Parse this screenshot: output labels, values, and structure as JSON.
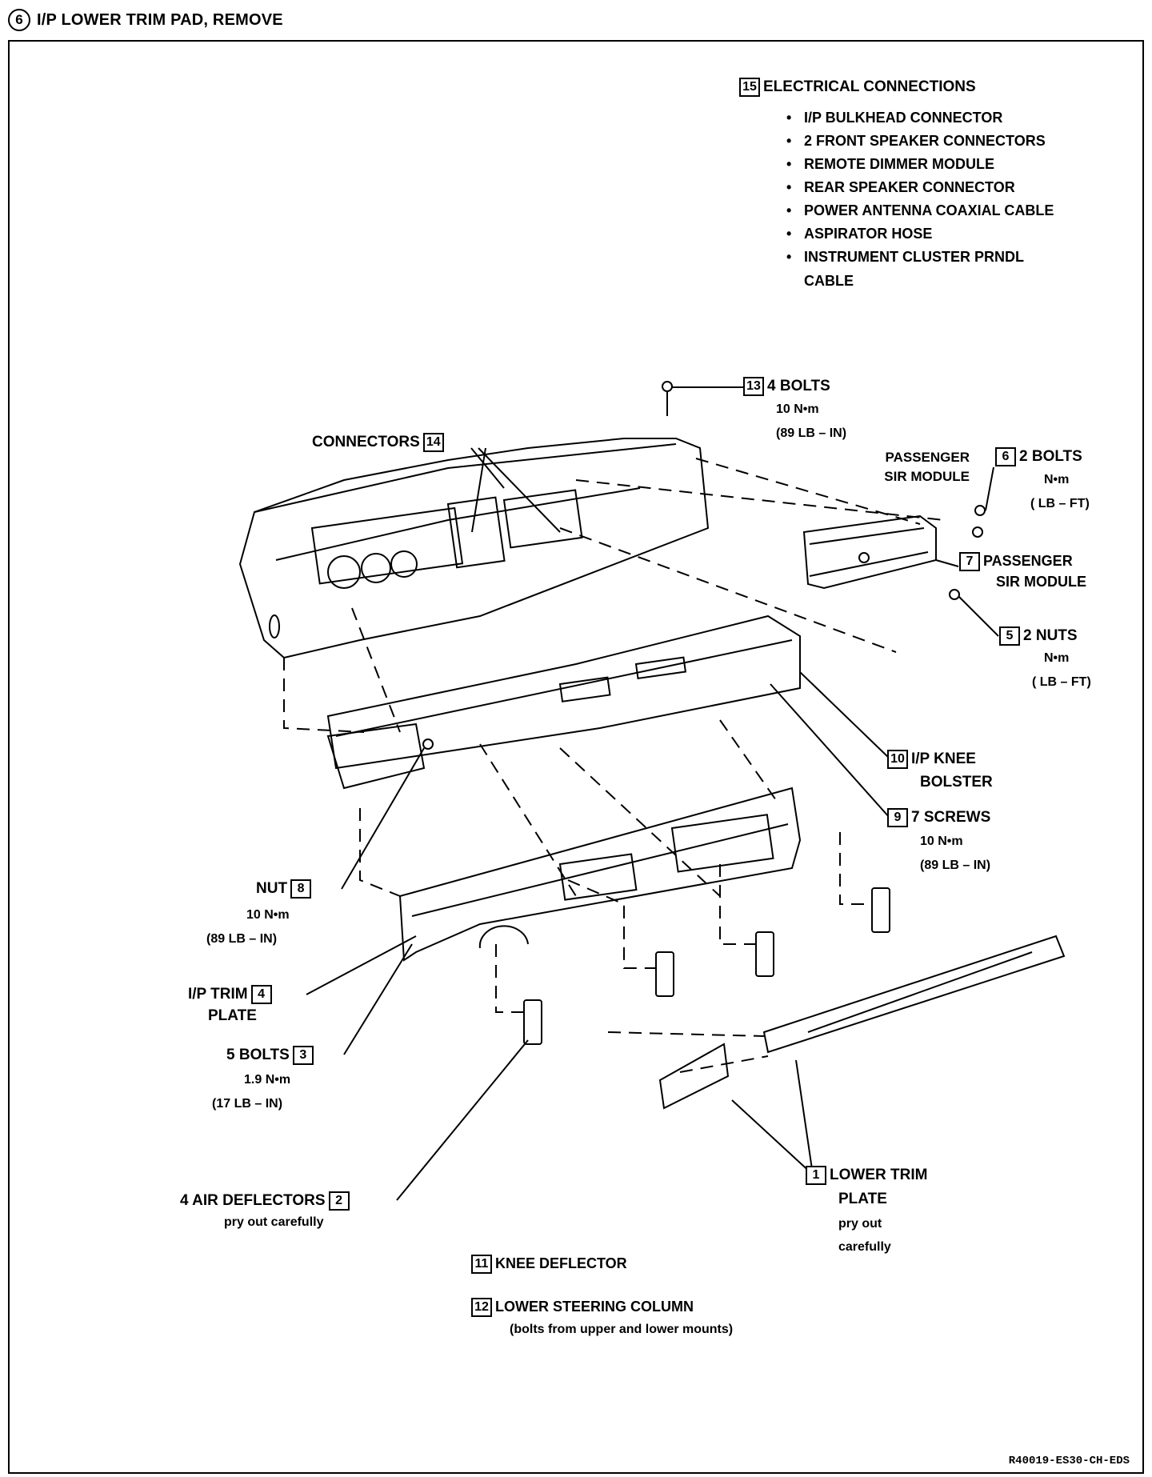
{
  "header": {
    "step_number": "6",
    "title": "I/P LOWER TRIM PAD, REMOVE"
  },
  "callouts": {
    "c15": {
      "num": "15",
      "label": "ELECTRICAL CONNECTIONS",
      "items": [
        "I/P BULKHEAD CONNECTOR",
        "2 FRONT SPEAKER CONNECTORS",
        "REMOTE DIMMER MODULE",
        "REAR SPEAKER CONNECTOR",
        "POWER ANTENNA COAXIAL CABLE",
        "ASPIRATOR HOSE",
        "INSTRUMENT CLUSTER PRNDL",
        "CABLE"
      ]
    },
    "c13": {
      "num": "13",
      "label": "4 BOLTS",
      "torque1": "10 N•m",
      "torque2": "(89  LB – IN)"
    },
    "c14": {
      "num": "14",
      "label": "CONNECTORS"
    },
    "sir_text": {
      "line1": "PASSENGER",
      "line2": "SIR MODULE"
    },
    "c6": {
      "num": "6",
      "label": "2 BOLTS",
      "torque1": "N•m",
      "torque2": "(  LB – FT)"
    },
    "c7": {
      "num": "7",
      "line1": "PASSENGER",
      "line2": "SIR MODULE"
    },
    "c5": {
      "num": "5",
      "label": "2 NUTS",
      "torque1": "N•m",
      "torque2": "(  LB – FT)"
    },
    "c10": {
      "num": "10",
      "line1": "I/P KNEE",
      "line2": "BOLSTER"
    },
    "c9": {
      "num": "9",
      "label": "7 SCREWS",
      "torque1": "10 N•m",
      "torque2": "(89  LB – IN)"
    },
    "c8": {
      "num": "8",
      "label": "NUT",
      "torque1": "10 N•m",
      "torque2": "(89  LB – IN)"
    },
    "c4": {
      "num": "4",
      "line1": "I/P TRIM",
      "line2": "PLATE"
    },
    "c3": {
      "num": "3",
      "label": "5 BOLTS",
      "torque1": "1.9 N•m",
      "torque2": "(17 LB – IN)"
    },
    "c2": {
      "num": "2",
      "label": "4 AIR DEFLECTORS",
      "note": "pry out carefully"
    },
    "c1": {
      "num": "1",
      "line1": "LOWER TRIM",
      "line2": "PLATE",
      "note1": "pry out",
      "note2": "carefully"
    },
    "c11": {
      "num": "11",
      "label": "KNEE DEFLECTOR"
    },
    "c12": {
      "num": "12",
      "label": "LOWER STEERING COLUMN",
      "note": "(bolts from upper and lower mounts)"
    }
  },
  "reference": "R40019-ES30-CH-EDS"
}
